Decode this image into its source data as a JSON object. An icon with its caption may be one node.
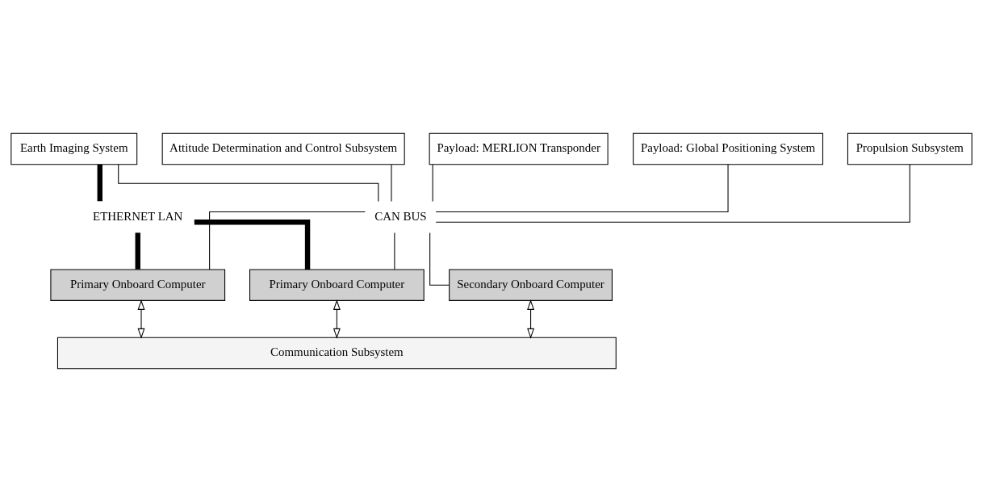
{
  "diagram": {
    "nodes": [
      {
        "text": [
          "Earth Imaging System"
        ]
      },
      {
        "text": [
          "Payload: MERLION Transponder"
        ]
      },
      {
        "text": [
          "Payload: Global Positioning System"
        ]
      },
      {
        "text": [
          "Propulsion Subsystem"
        ]
      },
      {
        "text": [
          "Attitude Determination and Control Subsystem"
        ]
      },
      {
        "text": [
          "ETHERNET LAN"
        ]
      },
      {
        "text": [
          "CAN BUS"
        ]
      },
      {
        "text": [
          "Primary Onboard Computer"
        ]
      },
      {
        "text": [
          "Primary Onboard Computer"
        ]
      },
      {
        "text": [
          "Secondary Onboard Computer"
        ]
      },
      {
        "text": [
          "Communication Subsystem"
        ]
      }
    ],
    "edges": [
      {
        "from": 5,
        "to": 0,
        "arrow": "none",
        "style": "thick"
      },
      {
        "from": 5,
        "to": 7,
        "arrow": "none",
        "style": "thick"
      },
      {
        "from": 5,
        "to": 8,
        "arrow": "none",
        "style": "thick"
      },
      {
        "from": 0,
        "to": 6,
        "arrow": "none"
      },
      {
        "from": 1,
        "to": 6,
        "arrow": "none"
      },
      {
        "from": 2,
        "to": 6,
        "arrow": "none"
      },
      {
        "from": 3,
        "to": 6,
        "arrow": "none"
      },
      {
        "from": 4,
        "to": 6,
        "arrow": "none"
      },
      {
        "from": 6,
        "to": 7,
        "arrow": "none"
      },
      {
        "from": 6,
        "to": 8,
        "arrow": "none"
      },
      {
        "from": 6,
        "to": 9,
        "arrow": "none"
      },
      {
        "from": 7,
        "to": 10,
        "arrow": "both"
      },
      {
        "from": 8,
        "to": 10,
        "arrow": "both"
      },
      {
        "from": 9,
        "to": 10,
        "arrow": "both"
      }
    ]
  }
}
